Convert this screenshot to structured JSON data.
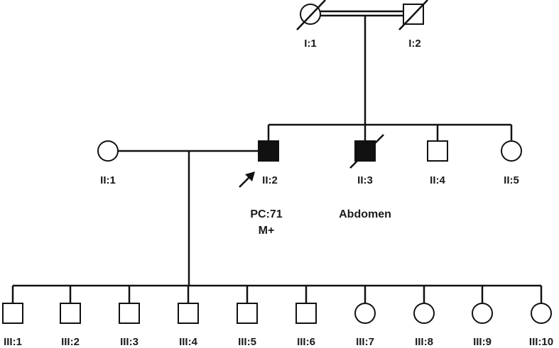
{
  "pedigree": {
    "generation_I": [
      {
        "id": "I:1",
        "sex": "female",
        "affected": false,
        "deceased": true
      },
      {
        "id": "I:2",
        "sex": "male",
        "affected": false,
        "deceased": true
      }
    ],
    "consanguineous_union": "I:1 x I:2",
    "generation_II": [
      {
        "id": "II:1",
        "sex": "female",
        "affected": false,
        "deceased": false
      },
      {
        "id": "II:2",
        "sex": "male",
        "affected": true,
        "deceased": false,
        "proband": true,
        "note_lines": [
          "PC:71",
          "M+"
        ]
      },
      {
        "id": "II:3",
        "sex": "male",
        "affected": true,
        "deceased": true,
        "note_lines": [
          "Abdomen"
        ]
      },
      {
        "id": "II:4",
        "sex": "male",
        "affected": false,
        "deceased": false
      },
      {
        "id": "II:5",
        "sex": "female",
        "affected": false,
        "deceased": false
      }
    ],
    "generation_III": [
      {
        "id": "III:1",
        "sex": "male"
      },
      {
        "id": "III:2",
        "sex": "male"
      },
      {
        "id": "III:3",
        "sex": "male"
      },
      {
        "id": "III:4",
        "sex": "male"
      },
      {
        "id": "III:5",
        "sex": "male"
      },
      {
        "id": "III:6",
        "sex": "male"
      },
      {
        "id": "III:7",
        "sex": "female"
      },
      {
        "id": "III:8",
        "sex": "female"
      },
      {
        "id": "III:9",
        "sex": "female"
      },
      {
        "id": "III:10",
        "sex": "female"
      }
    ]
  },
  "colors": {
    "line": "#111111",
    "affected_fill": "#111111",
    "unaffected_fill": "#ffffff",
    "label": "#1a1a1a"
  }
}
